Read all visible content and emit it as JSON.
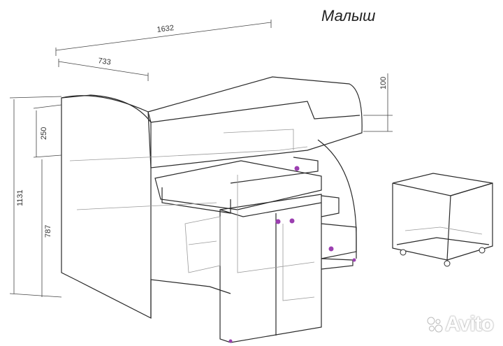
{
  "title": "Малыш",
  "dimensions": {
    "total_length": "1632",
    "section_length": "733",
    "rail_height": "100",
    "total_height": "1131",
    "upper_height": "250",
    "lower_height": "787"
  },
  "watermark": "Avito",
  "colors": {
    "line": "#2a2a2a",
    "ghost": "#9a9a9a",
    "accent": "#9b3fb0"
  }
}
